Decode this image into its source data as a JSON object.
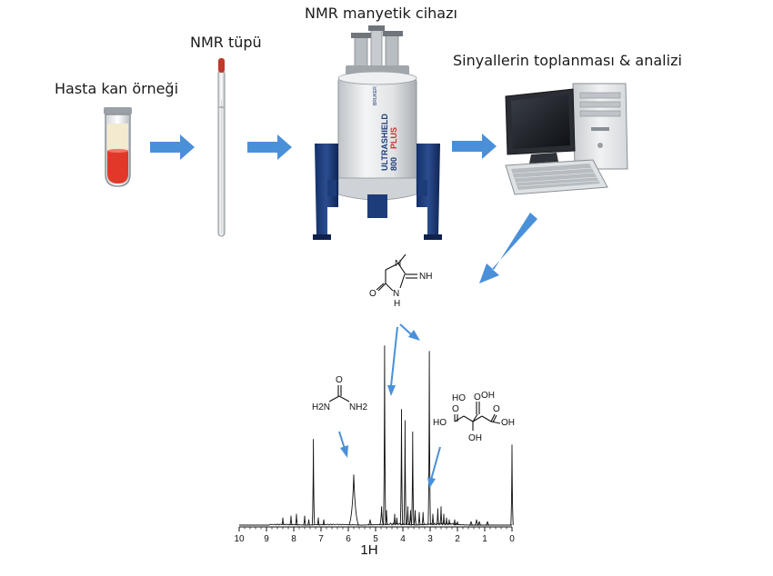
{
  "labels": {
    "blood_sample": "Hasta kan örneği",
    "nmr_tube": "NMR tüpü",
    "nmr_device": "NMR manyetik cihazı",
    "analysis": "Sinyallerin toplanması & analizi",
    "magnet_brand": "ULTRASHIELD",
    "magnet_model": "800",
    "magnet_plus": "PLUS",
    "magnet_logo": "BRUKER"
  },
  "colors": {
    "arrow": "#4a90d9",
    "blood": "#e0392a",
    "plasma": "#f3ead0",
    "magnet_stand": "#1d3c7a",
    "magnet_body": "#e6e8ea"
  },
  "icons": [
    "test-tube-icon",
    "nmr-tube-icon",
    "nmr-magnet-icon",
    "computer-icon",
    "keyboard-icon"
  ],
  "molecules": {
    "creatinine": {
      "atoms": [
        "N",
        "NH",
        "N",
        "H",
        "O"
      ]
    },
    "urea": {
      "atoms": [
        "O",
        "H2N",
        "NH2"
      ]
    },
    "citric_acid": {
      "atoms": [
        "HO",
        "O",
        "OH",
        "HO",
        "O",
        "OH",
        "O",
        "OH"
      ]
    }
  },
  "chart_data": {
    "type": "line",
    "xlabel": "1H",
    "x_reversed": true,
    "xlim": [
      10,
      0
    ],
    "ylim": [
      0,
      100
    ],
    "xticks": [
      "10",
      "9",
      "8",
      "7",
      "6",
      "5",
      "4",
      "3",
      "2",
      "1",
      "0"
    ],
    "series": [
      {
        "peaks": [
          {
            "x": 8.4,
            "h": 4,
            "w": 0.02
          },
          {
            "x": 8.1,
            "h": 5,
            "w": 0.02
          },
          {
            "x": 7.9,
            "h": 6,
            "w": 0.02
          },
          {
            "x": 7.6,
            "h": 5,
            "w": 0.02
          },
          {
            "x": 7.45,
            "h": 3,
            "w": 0.02
          },
          {
            "x": 7.28,
            "h": 46,
            "w": 0.012
          },
          {
            "x": 7.1,
            "h": 4,
            "w": 0.02
          },
          {
            "x": 6.9,
            "h": 3,
            "w": 0.02
          },
          {
            "x": 5.8,
            "h": 27,
            "w": 0.08
          },
          {
            "x": 5.2,
            "h": 3,
            "w": 0.03
          },
          {
            "x": 4.78,
            "h": 10,
            "w": 0.03
          },
          {
            "x": 4.67,
            "h": 96,
            "w": 0.012
          },
          {
            "x": 4.6,
            "h": 8,
            "w": 0.02
          },
          {
            "x": 4.3,
            "h": 6,
            "w": 0.02
          },
          {
            "x": 4.22,
            "h": 4,
            "w": 0.02
          },
          {
            "x": 4.05,
            "h": 62,
            "w": 0.012
          },
          {
            "x": 3.92,
            "h": 56,
            "w": 0.012
          },
          {
            "x": 3.82,
            "h": 10,
            "w": 0.02
          },
          {
            "x": 3.72,
            "h": 8,
            "w": 0.02
          },
          {
            "x": 3.64,
            "h": 50,
            "w": 0.012
          },
          {
            "x": 3.55,
            "h": 8,
            "w": 0.02
          },
          {
            "x": 3.4,
            "h": 7,
            "w": 0.02
          },
          {
            "x": 3.26,
            "h": 7,
            "w": 0.02
          },
          {
            "x": 3.03,
            "h": 93,
            "w": 0.012
          },
          {
            "x": 2.9,
            "h": 6,
            "w": 0.02
          },
          {
            "x": 2.72,
            "h": 9,
            "w": 0.02
          },
          {
            "x": 2.6,
            "h": 10,
            "w": 0.02
          },
          {
            "x": 2.5,
            "h": 6,
            "w": 0.02
          },
          {
            "x": 2.4,
            "h": 4,
            "w": 0.02
          },
          {
            "x": 2.3,
            "h": 3,
            "w": 0.02
          },
          {
            "x": 2.1,
            "h": 3,
            "w": 0.02
          },
          {
            "x": 2.0,
            "h": 2,
            "w": 0.02
          },
          {
            "x": 1.5,
            "h": 2,
            "w": 0.03
          },
          {
            "x": 1.3,
            "h": 3,
            "w": 0.03
          },
          {
            "x": 1.2,
            "h": 2,
            "w": 0.03
          },
          {
            "x": 0.9,
            "h": 2,
            "w": 0.03
          },
          {
            "x": 0.0,
            "h": 43,
            "w": 0.012
          }
        ]
      }
    ]
  }
}
